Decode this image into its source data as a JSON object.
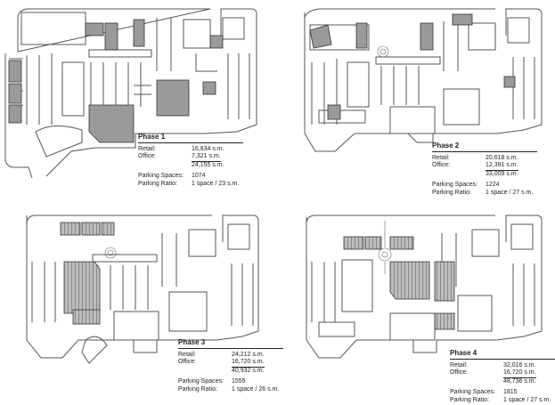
{
  "phases": [
    {
      "title": "Phase 1",
      "retail_label": "Retail:",
      "retail": "16,834 s.m.",
      "office_label": "Office:",
      "office": "7,321 s.m.",
      "total": "24,155 s.m.",
      "spaces_label": "Parking Spaces:",
      "spaces": "1074",
      "ratio_label": "Parking Ratio:",
      "ratio": "1 space / 23 s.m."
    },
    {
      "title": "Phase 2",
      "retail_label": "Retail:",
      "retail": "20,618 s.m.",
      "office_label": "Office:",
      "office": "12,391 s.m.",
      "total": "33,009 s.m.",
      "spaces_label": "Parking Spaces:",
      "spaces": "1224",
      "ratio_label": "Parking Ratio:",
      "ratio": "1 space / 27 s.m."
    },
    {
      "title": "Phase 3",
      "retail_label": "Retail:",
      "retail": "24,212 s.m.",
      "office_label": "Office:",
      "office": "16,720 s.m.",
      "total": "40,932 s.m.",
      "spaces_label": "Parking Spaces:",
      "spaces": "1555",
      "ratio_label": "Parking Ratio:",
      "ratio": "1 space / 26 s.m."
    },
    {
      "title": "Phase 4",
      "retail_label": "Retail:",
      "retail": "32,016 s.m.",
      "office_label": "Office:",
      "office": "16,720 s.m.",
      "total": "48,736 s.m.",
      "spaces_label": "Parking Spaces:",
      "spaces": "1815",
      "ratio_label": "Parking Ratio:",
      "ratio": "1 space / 27 s.m."
    }
  ],
  "colors": {
    "line": "#555555",
    "building_fill": "#9a9a9a",
    "hatch": "#6f6f6f",
    "background": "#ffffff"
  }
}
